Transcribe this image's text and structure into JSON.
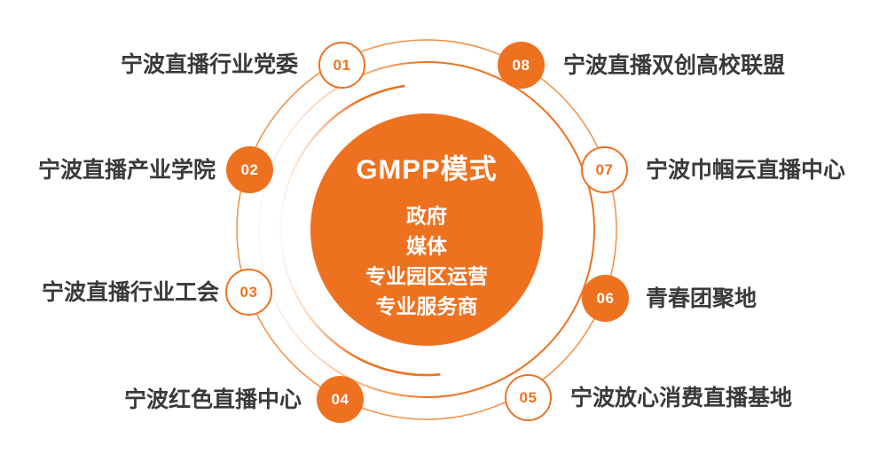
{
  "center": {
    "title": "GMPP模式",
    "lines": [
      "政府",
      "媒体",
      "专业园区运营",
      "专业服务商"
    ]
  },
  "items": [
    {
      "num": "01",
      "label": "宁波直播行业党委",
      "style": "outline",
      "side": "left"
    },
    {
      "num": "02",
      "label": "宁波直播产业学院",
      "style": "filled",
      "side": "left"
    },
    {
      "num": "03",
      "label": "宁波直播行业工会",
      "style": "outline",
      "side": "left"
    },
    {
      "num": "04",
      "label": "宁波红色直播中心",
      "style": "filled",
      "side": "left"
    },
    {
      "num": "05",
      "label": "宁波放心消费直播基地",
      "style": "outline",
      "side": "right"
    },
    {
      "num": "06",
      "label": "青春团聚地",
      "style": "filled",
      "side": "right"
    },
    {
      "num": "07",
      "label": "宁波巾帼云直播中心",
      "style": "outline",
      "side": "right"
    },
    {
      "num": "08",
      "label": "宁波直播双创高校联盟",
      "style": "filled",
      "side": "right"
    }
  ],
  "colors": {
    "accent": "#EE7120",
    "label_text": "#3A3A3A",
    "background": "#FFFFFF",
    "center_text": "#FFFFFF"
  }
}
